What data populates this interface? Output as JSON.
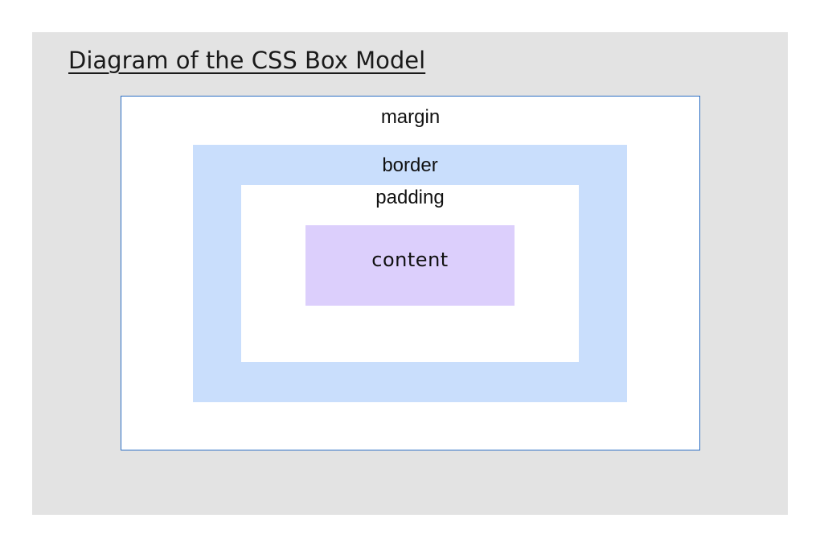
{
  "title": "Diagram of the CSS Box Model",
  "layers": {
    "margin": "margin",
    "border": "border",
    "padding": "padding",
    "content": "content"
  },
  "colors": {
    "background_panel": "#e3e3e3",
    "margin_fill": "#ffffff",
    "margin_outline": "#2d6fc4",
    "border_fill": "#c9defc",
    "padding_fill": "#ffffff",
    "content_fill": "#dccffc"
  }
}
